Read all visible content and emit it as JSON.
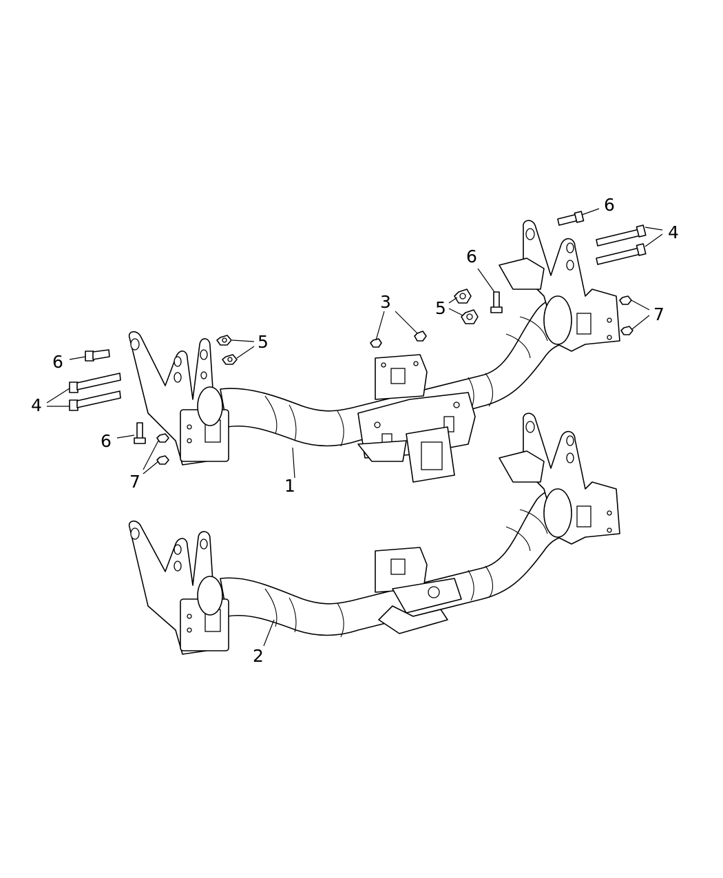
{
  "diagram": {
    "callouts": [
      {
        "id": "c1",
        "text": "1"
      },
      {
        "id": "c2",
        "text": "2"
      },
      {
        "id": "c3",
        "text": "3"
      },
      {
        "id": "c4a",
        "text": "4"
      },
      {
        "id": "c4b",
        "text": "4"
      },
      {
        "id": "c5a",
        "text": "5"
      },
      {
        "id": "c5b",
        "text": "5"
      },
      {
        "id": "c6a",
        "text": "6"
      },
      {
        "id": "c6b",
        "text": "6"
      },
      {
        "id": "c6c",
        "text": "6"
      },
      {
        "id": "c7a",
        "text": "7"
      },
      {
        "id": "c7b",
        "text": "7"
      }
    ],
    "line_color": "#000000",
    "background": "#ffffff"
  }
}
